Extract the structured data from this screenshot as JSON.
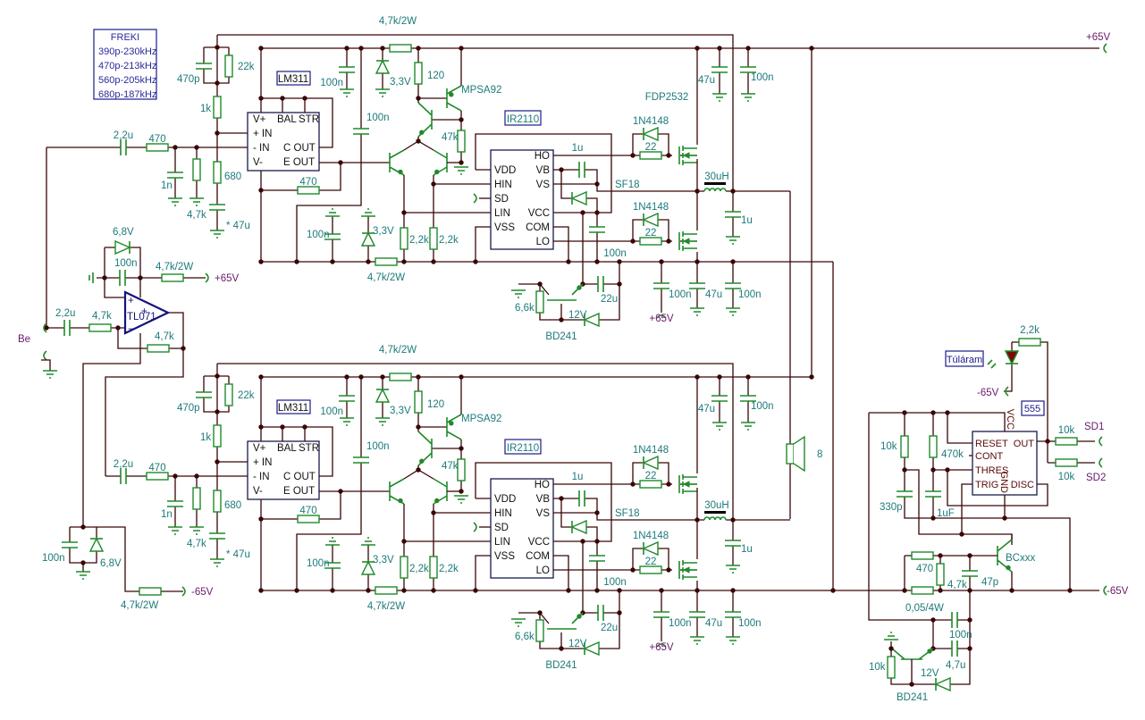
{
  "freki": {
    "title": "FREKI",
    "rows": [
      "390p-230kHz",
      "470p-213kHz",
      "560p-205kHz",
      "680p-187kHz"
    ]
  },
  "input": {
    "label": "Be",
    "cap": "2,2u",
    "res": "4,7k",
    "fb_res": "4,7k"
  },
  "opamp": {
    "label": "TL071",
    "plus": "+",
    "minus": "−",
    "supply_plus": "+",
    "zener": "6,8V",
    "cap": "100n",
    "res": "4,7k/2W",
    "net": "+65V"
  },
  "neg_supply": {
    "cap": "100n",
    "zener": "6,8V",
    "res": "4,7k/2W",
    "net": "-65V"
  },
  "rails": {
    "pos": "+65V",
    "neg": "-65V"
  },
  "speaker": {
    "label": "8"
  },
  "channels": [
    {
      "r_top": "4,7k/2W",
      "c_470p": "470p",
      "r_22k": "22k",
      "ic1": "LM311",
      "c_100n_a": "100n",
      "z_a": "3,3V",
      "r_120": "120",
      "q_pnp": "MPSA92",
      "c_100n_b": "100n",
      "r_1k": "1k",
      "c_in": "2,2u",
      "r_in": "470",
      "c_1n": "1n",
      "r_4k7": "4,7k",
      "r_680": "680",
      "c_47u": "* 47u",
      "r_fb": "470",
      "r_47k": "47k",
      "ic2": "IR2110",
      "mosfet": "FDP2532",
      "d_top": "1N4148",
      "r_g1": "22",
      "c_boot": "1u",
      "d_sf": "SF18",
      "l_out": "30uH",
      "c_out": "1u",
      "d_bot": "1N4148",
      "r_g2": "22",
      "c_100n_c": "100n",
      "z_b": "3,3V",
      "r_2k2a": "2,2k",
      "r_2k2b": "2,2k",
      "r_bot": "4,7k/2W",
      "c_vcc": "100n",
      "r_66k": "6,6k",
      "q_bd": "BD241",
      "z_12": "12V",
      "c_22u": "22u",
      "c_100n_e": "100n",
      "c_47u_e": "47u",
      "c_100n_f": "100n",
      "p65": "+65V",
      "c_47u_top": "47u",
      "c_100n_top": "100n",
      "lm311_pins": [
        "V+",
        "BAL",
        "STR",
        "+ IN",
        "- IN",
        "C  OUT",
        "V-",
        "E  OUT"
      ],
      "ir2110_pins": [
        "VDD",
        "HIN",
        "SD",
        "LIN",
        "VSS",
        "HO",
        "VB",
        "VS",
        "VCC",
        "COM",
        "LO"
      ]
    },
    {
      "r_top": "4,7k/2W",
      "c_470p": "470p",
      "r_22k": "22k",
      "ic1": "LM311",
      "c_100n_a": "100n",
      "z_a": "3,3V",
      "r_120": "120",
      "q_pnp": "MPSA92",
      "c_100n_b": "100n",
      "r_1k": "1k",
      "c_in": "2,2u",
      "r_in": "470",
      "c_1n": "1n",
      "r_4k7": "4,7k",
      "r_680": "680",
      "c_47u": "* 47u",
      "r_fb": "470",
      "r_47k": "47k",
      "ic2": "IR2110",
      "d_top": "1N4148",
      "r_g1": "22",
      "c_boot": "1u",
      "d_sf": "SF18",
      "l_out": "30uH",
      "c_out": "1u",
      "d_bot": "1N4148",
      "r_g2": "22",
      "c_100n_c": "100n",
      "z_b": "3,3V",
      "r_2k2a": "2,2k",
      "r_2k2b": "2,2k",
      "r_bot": "4,7k/2W",
      "c_vcc": "100n",
      "r_66k": "6,6k",
      "q_bd": "BD241",
      "z_12": "12V",
      "c_22u": "22u",
      "c_100n_e": "100n",
      "c_47u_e": "47u",
      "c_100n_f": "100n",
      "p65": "+65V",
      "c_47u_top": "47u",
      "c_100n_top": "100n",
      "lm311_pins": [
        "V+",
        "BAL",
        "STR",
        "+ IN",
        "- IN",
        "C  OUT",
        "V-",
        "E  OUT"
      ],
      "ir2110_pins": [
        "VDD",
        "HIN",
        "SD",
        "LIN",
        "VSS",
        "HO",
        "VB",
        "VS",
        "VCC",
        "COM",
        "LO"
      ]
    }
  ],
  "protection": {
    "label": "Túláram",
    "led_res": "2,2k",
    "led_net": "-65V",
    "ic": "555",
    "pins": [
      "RESET",
      "CONT",
      "THRES",
      "TRIG",
      "OUT",
      "DISC",
      "VCC",
      "GND"
    ],
    "r_10k_a": "10k",
    "r_470k": "470k",
    "c_330p": "330p",
    "c_1uf": "1uF",
    "r_sd1": "10k",
    "sd1": "SD1",
    "r_sd2": "10k",
    "sd2": "SD2",
    "q_sense": "BCxxx",
    "r_470": "470",
    "r_4k7": "4,7k",
    "c_47p": "47p",
    "r_shunt": "0,05/4W",
    "c_100n": "100n",
    "c_4u7": "4,7u",
    "z_12": "12V",
    "r_10k_b": "10k",
    "q_bd": "BD241"
  }
}
